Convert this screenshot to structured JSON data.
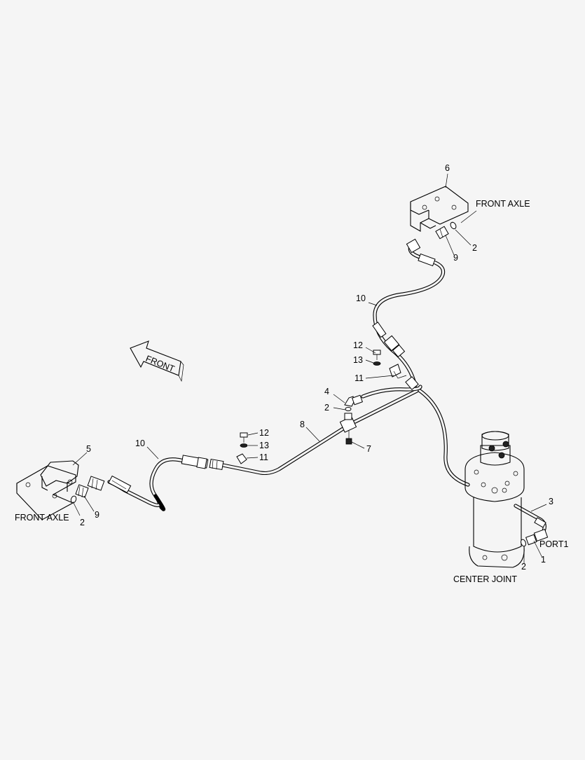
{
  "diagram": {
    "labels": {
      "front_axle_left": "FRONT AXLE",
      "front_axle_right": "FRONT AXLE",
      "center_joint": "CENTER JOINT",
      "port1": "PORT1",
      "front_arrow": "FRONT"
    },
    "callouts": {
      "n1": "1",
      "n2_center": "2",
      "n2_tee": "2",
      "n2_left": "2",
      "n2_right": "2",
      "n3": "3",
      "n4": "4",
      "n5": "5",
      "n6": "6",
      "n7": "7",
      "n8": "8",
      "n9_left": "9",
      "n9_right": "9",
      "n10_left": "10",
      "n10_right": "10",
      "n11_left": "11",
      "n11_right": "11",
      "n12_left": "12",
      "n12_right": "12",
      "n13_left": "13",
      "n13_right": "13"
    }
  }
}
